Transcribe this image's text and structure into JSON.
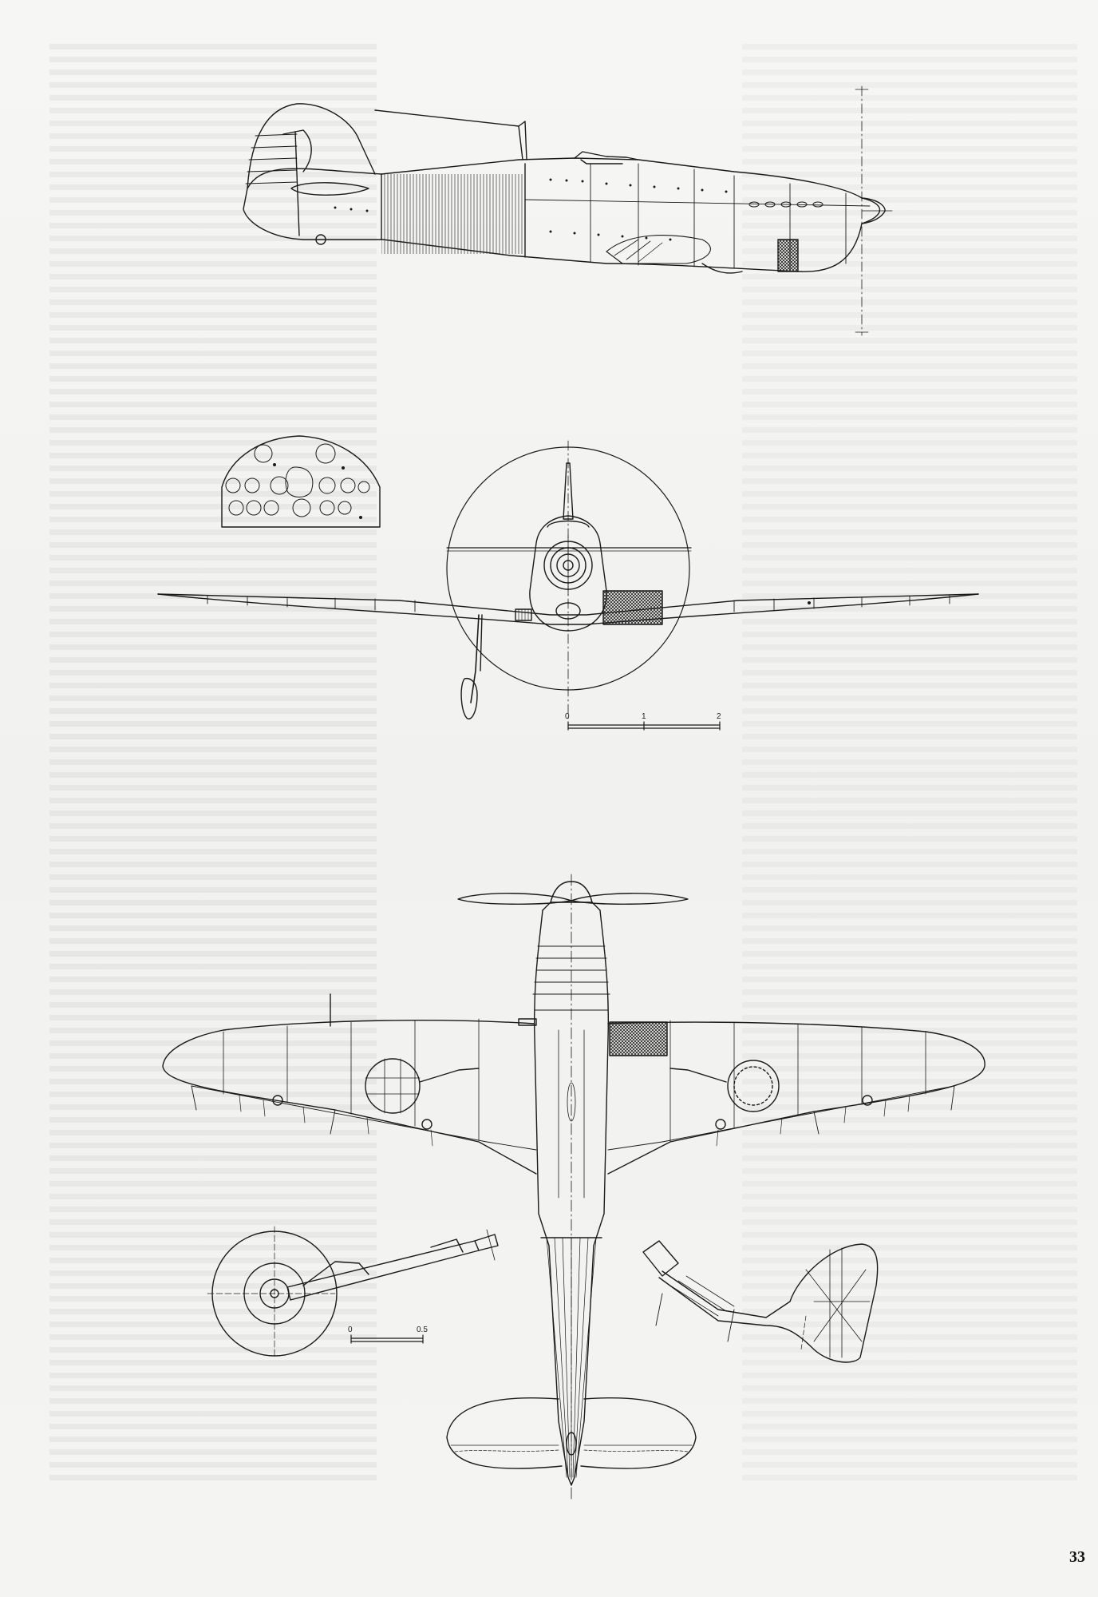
{
  "page": {
    "number": "33"
  },
  "scales": {
    "front_view": [
      "0",
      "1",
      "2"
    ],
    "detail": [
      "0",
      "0.5"
    ]
  },
  "figures": {
    "side_view": "side-elevation",
    "front_view": "front-elevation",
    "plan_view": "plan-view-underside",
    "instrument_panel": "instrument-panel-detail",
    "main_gear": "main-gear-detail",
    "tail_wheel": "tail-gear-detail"
  },
  "colors": {
    "ink": "#1a1a1a",
    "paper": "#f3f3f1"
  }
}
